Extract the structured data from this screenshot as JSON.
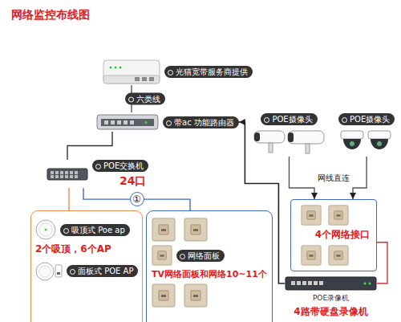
{
  "diagram": {
    "title": "网络监控布线图",
    "nodes": [
      {
        "text": [
          "光猫宽带服务商提供"
        ]
      },
      {
        "text": [
          "带ac 功能路由器"
        ]
      },
      {
        "text": [
          "POE摄像头"
        ]
      },
      {
        "text": [
          "POE摄像头"
        ]
      },
      {
        "text": [
          "POE交换机",
          "24口"
        ]
      },
      {
        "text": [
          "4个网络接口"
        ]
      },
      {
        "text": [
          "2个吸顶，6个AP"
        ]
      },
      {
        "text": [
          "吸顶式 Poe ap"
        ],
        "in": 6
      },
      {
        "text": [
          "面板式 POE AP"
        ],
        "in": 6
      },
      {
        "text": [
          "TV网络面板和网络10~11个"
        ]
      },
      {
        "text": [
          "网络面板"
        ],
        "in": 9
      },
      {
        "text": [
          "POE录像机",
          "4路带硬盘录像机"
        ]
      }
    ],
    "edges": [
      {
        "from": 0,
        "to": 1,
        "arrow": "none",
        "label": "六类线"
      },
      {
        "from": 1,
        "to": 4,
        "arrow": "none"
      },
      {
        "from": 4,
        "to": 6,
        "arrow": "none"
      },
      {
        "from": 4,
        "to": 9,
        "arrow": "none"
      },
      {
        "from": 11,
        "to": 1,
        "arrow": "to"
      },
      {
        "from": 2,
        "to": 5,
        "arrow": "to"
      },
      {
        "from": 3,
        "to": 5,
        "arrow": "to"
      },
      {
        "from": 5,
        "to": 11,
        "arrow": "none"
      }
    ],
    "labels": [
      "网线直连",
      "①"
    ]
  }
}
